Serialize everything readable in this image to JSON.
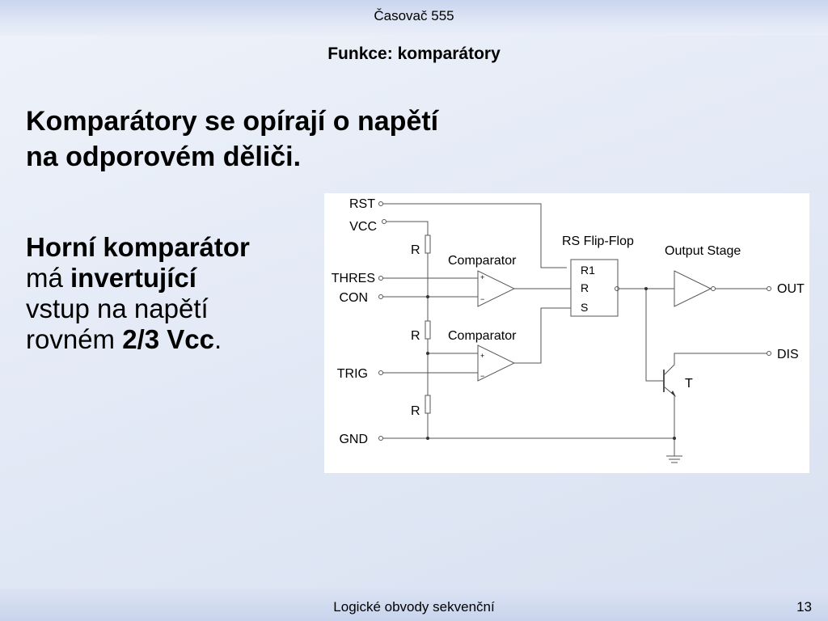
{
  "header": {
    "title": "Časovač 555",
    "subtitle": "Funkce: komparátory"
  },
  "heading": {
    "line1": "Komparátory se opírají o napětí",
    "line2": "na odporovém děliči."
  },
  "body": {
    "bold1": "Horní komparátor",
    "text1": "má ",
    "bold2": "invertující",
    "text2": "vstup na napětí",
    "text3": "rovném ",
    "bold3": "2/3 Vcc",
    "text4": "."
  },
  "diagram": {
    "pins": {
      "rst": "RST",
      "vcc": "VCC",
      "thres": "THRES",
      "con": "CON",
      "trig": "TRIG",
      "gnd": "GND",
      "out": "OUT",
      "dis": "DIS"
    },
    "resistor_label": "R",
    "comparator_label": "Comparator",
    "flipflop_label": "RS Flip-Flop",
    "flipflop_pins": [
      "R1",
      "R",
      "S"
    ],
    "output_stage_label": "Output Stage",
    "transistor_label": "T",
    "plus": "+",
    "minus": "−"
  },
  "footer": {
    "text": "Logické obvody sekvenční",
    "page": "13"
  }
}
